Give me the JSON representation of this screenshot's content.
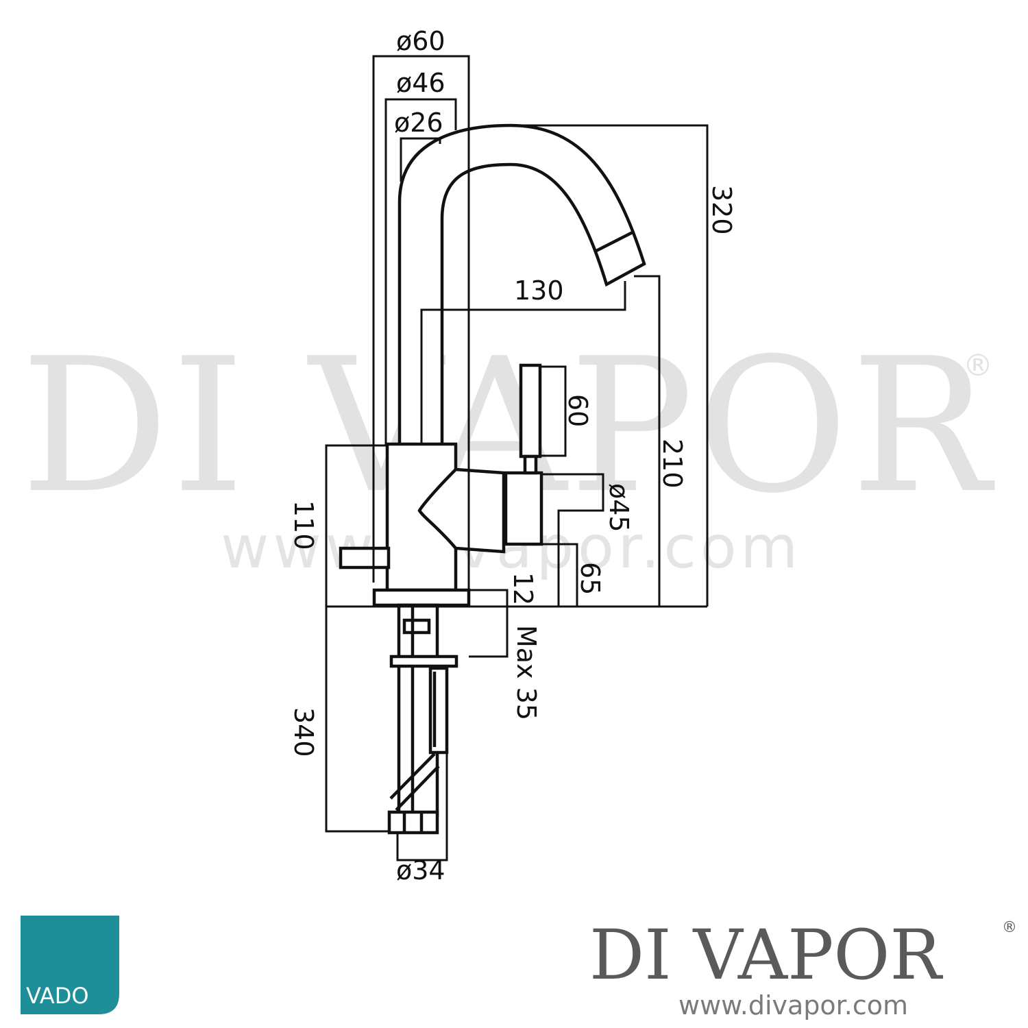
{
  "watermark": {
    "brand": "DI VAPOR",
    "registered": "®",
    "url": "www.divapor.com"
  },
  "dimensions": {
    "d60": "ø60",
    "d46": "ø46",
    "d26": "ø26",
    "h320": "320",
    "r130": "130",
    "h60": "60",
    "h210": "210",
    "d45": "ø45",
    "h110": "110",
    "h12": "12",
    "h65": "65",
    "max35": "Max 35",
    "h340": "340",
    "d34": "ø34"
  },
  "logos": {
    "vado": "VADO",
    "vado_color": "#1e8f99",
    "brand": "DI VAPOR",
    "registered": "®",
    "url": "www.divapor.com"
  }
}
